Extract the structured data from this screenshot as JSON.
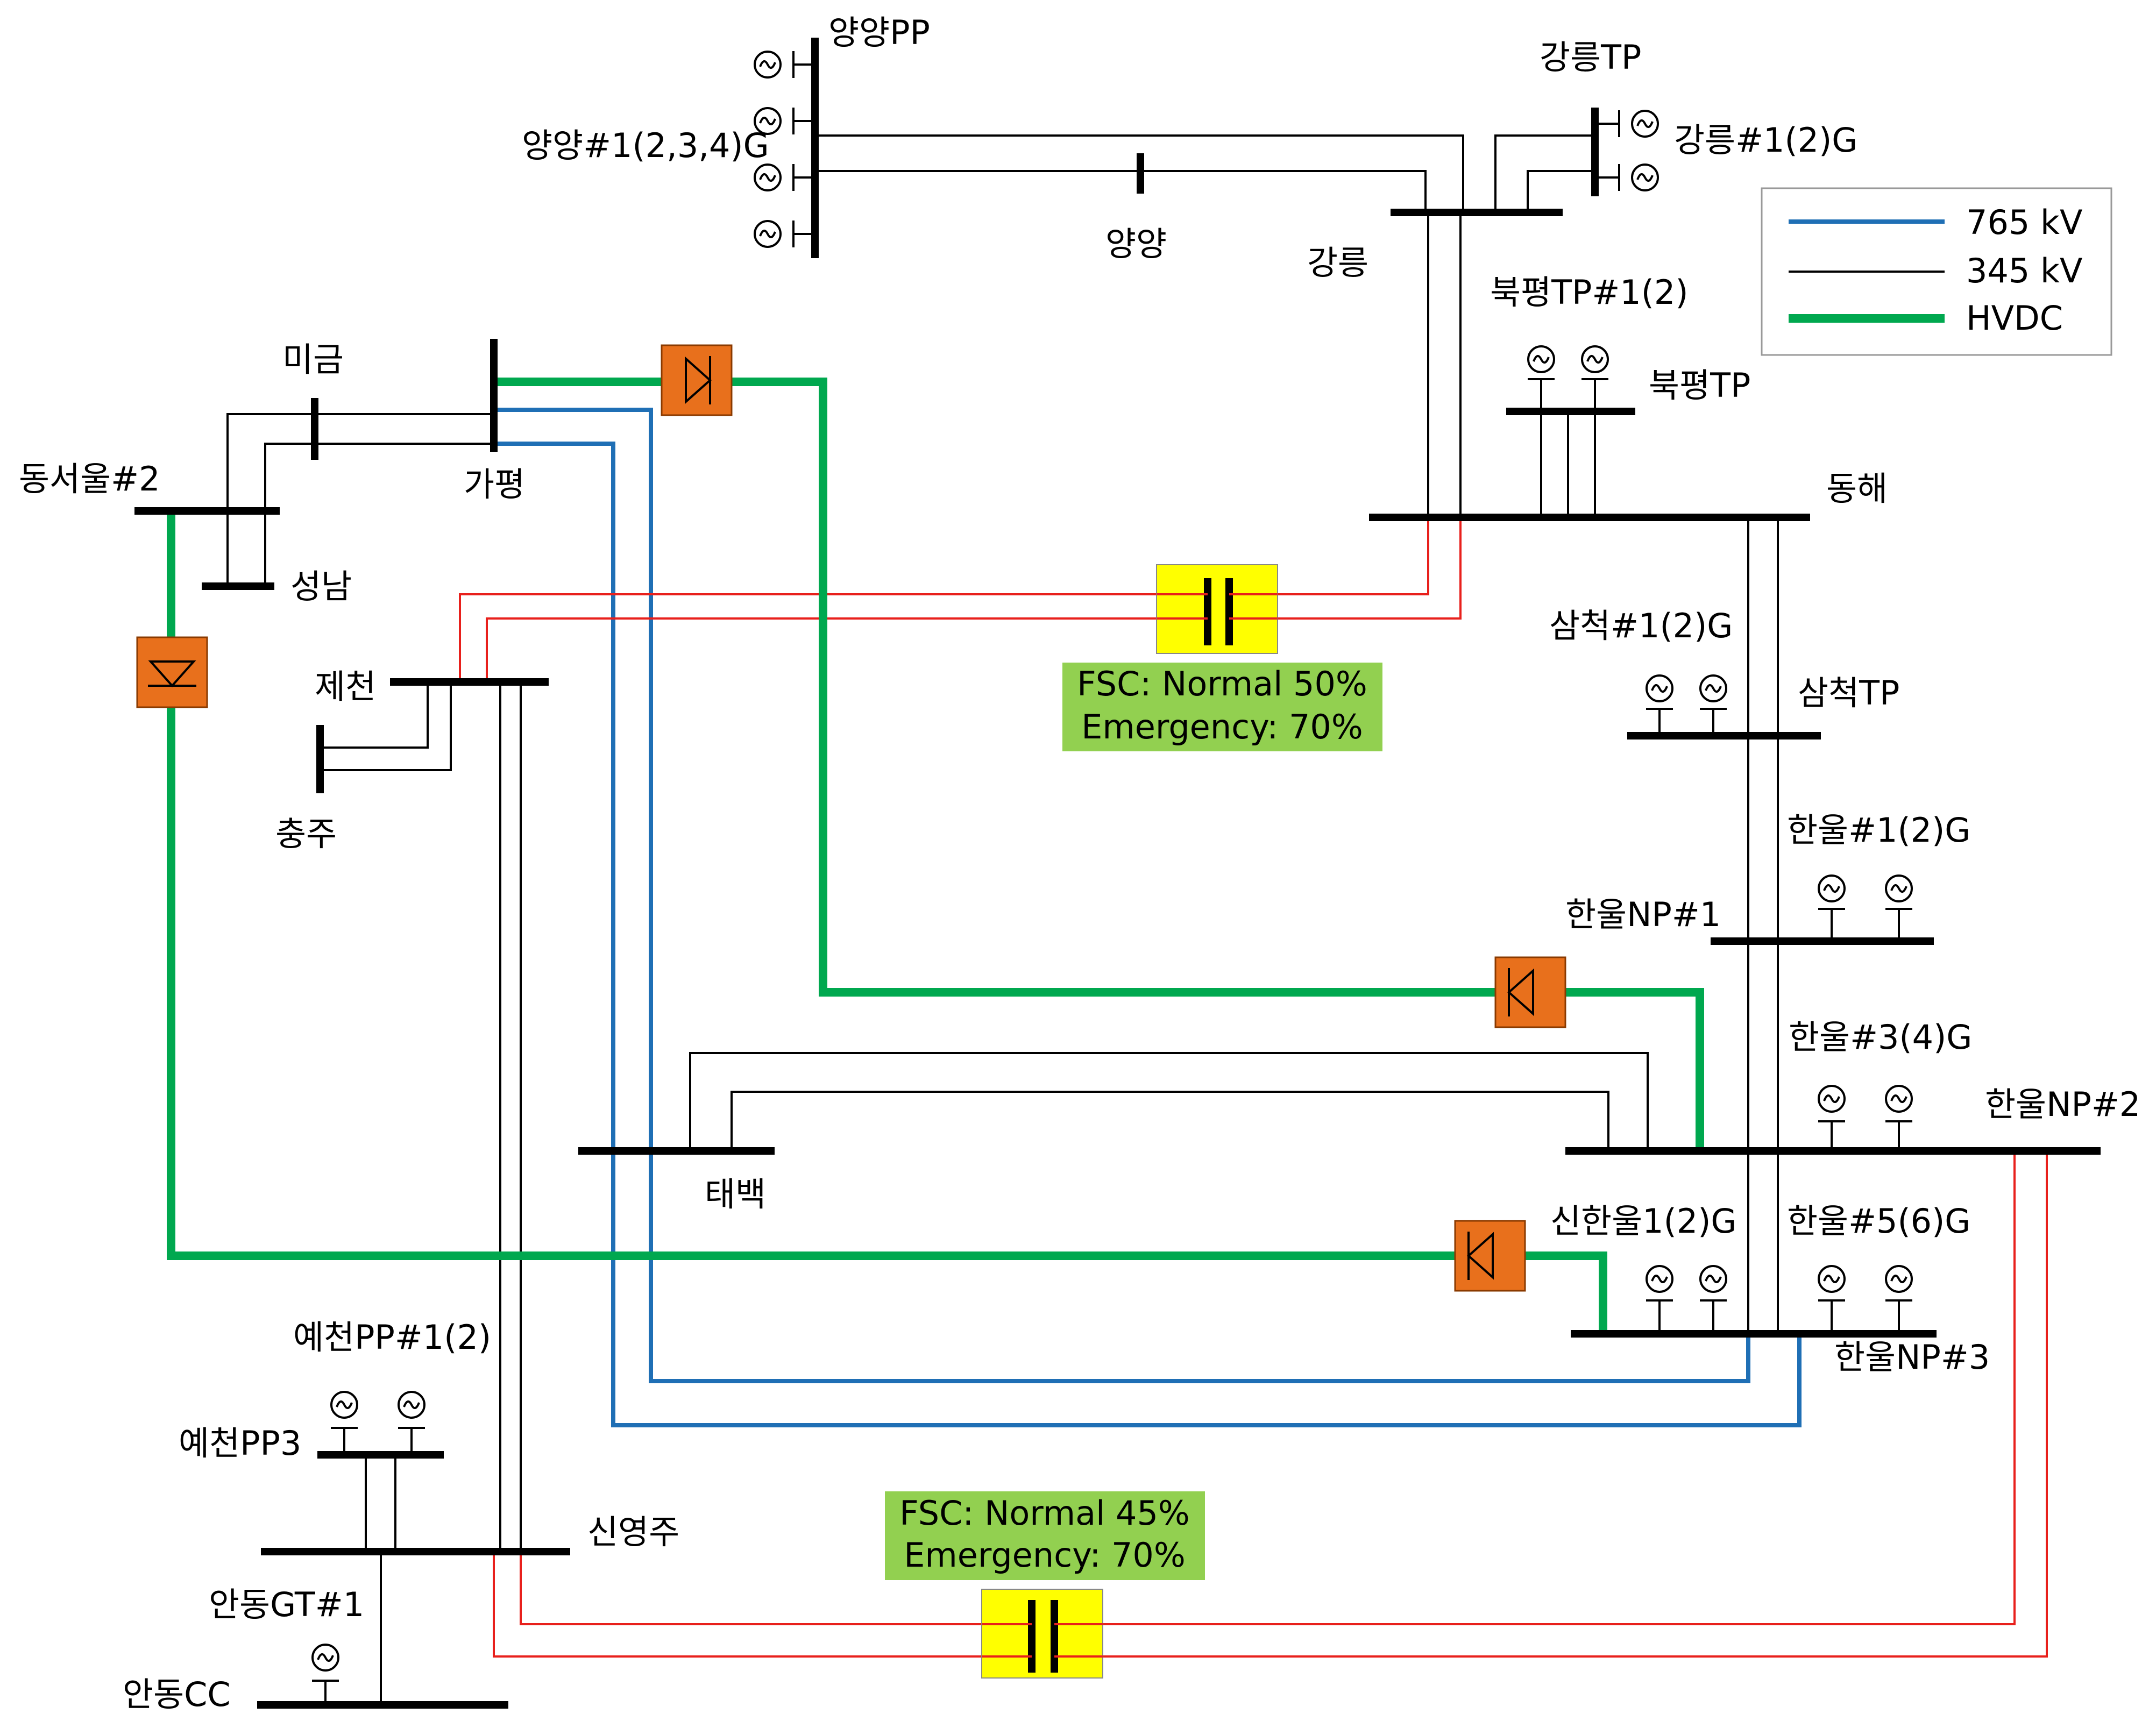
{
  "buses": {
    "yangyang_pp": "양양PP",
    "yangyang_gen": "양양#1(2,3,4)G",
    "yangyang": "양양",
    "gangneung_tp": "강릉TP",
    "gangneung_gen": "강릉#1(2)G",
    "gangneung": "강릉",
    "bukpyeong_gen": "북평TP#1(2)",
    "bukpyeong_tp": "북평TP",
    "donghae": "동해",
    "samcheok_gen": "삼척#1(2)G",
    "samcheok_tp": "삼척TP",
    "hanul_gen12": "한울#1(2)G",
    "hanul_np1": "한울NP#1",
    "hanul_gen34": "한울#3(4)G",
    "hanul_np2": "한울NP#2",
    "shinhanul_gen": "신한울1(2)G",
    "hanul_gen56": "한울#5(6)G",
    "hanul_np3": "한울NP#3",
    "migeum": "미금",
    "gapyeong": "가평",
    "dongseoul2": "동서울#2",
    "seongnam": "성남",
    "jecheon": "제천",
    "chungju": "충주",
    "taebaek": "태백",
    "yecheon_gen": "예천PP#1(2)",
    "yecheon_pp3": "예천PP3",
    "yeongju": "신영주",
    "andong_gt": "안동GT#1",
    "andong_cc": "안동CC"
  },
  "fsc": {
    "upper_line1": "FSC: Normal 50%",
    "upper_line2": "Emergency: 70%",
    "lower_line1": "FSC: Normal 45%",
    "lower_line2": "Emergency: 70%"
  },
  "legend": {
    "items": [
      {
        "label": "765 kV",
        "color": "#1f6fb5"
      },
      {
        "label": "345 kV",
        "color": "#000000"
      },
      {
        "label": "HVDC",
        "color": "#00a84f"
      }
    ]
  },
  "colors": {
    "line_765": "#1f6fb5",
    "line_345": "#000000",
    "hvdc": "#00a84f",
    "fsc_line": "#e8201c",
    "converter": "#e8701c",
    "capacitor_box": "#ffff00",
    "fsc_label_bg": "#92d050"
  }
}
